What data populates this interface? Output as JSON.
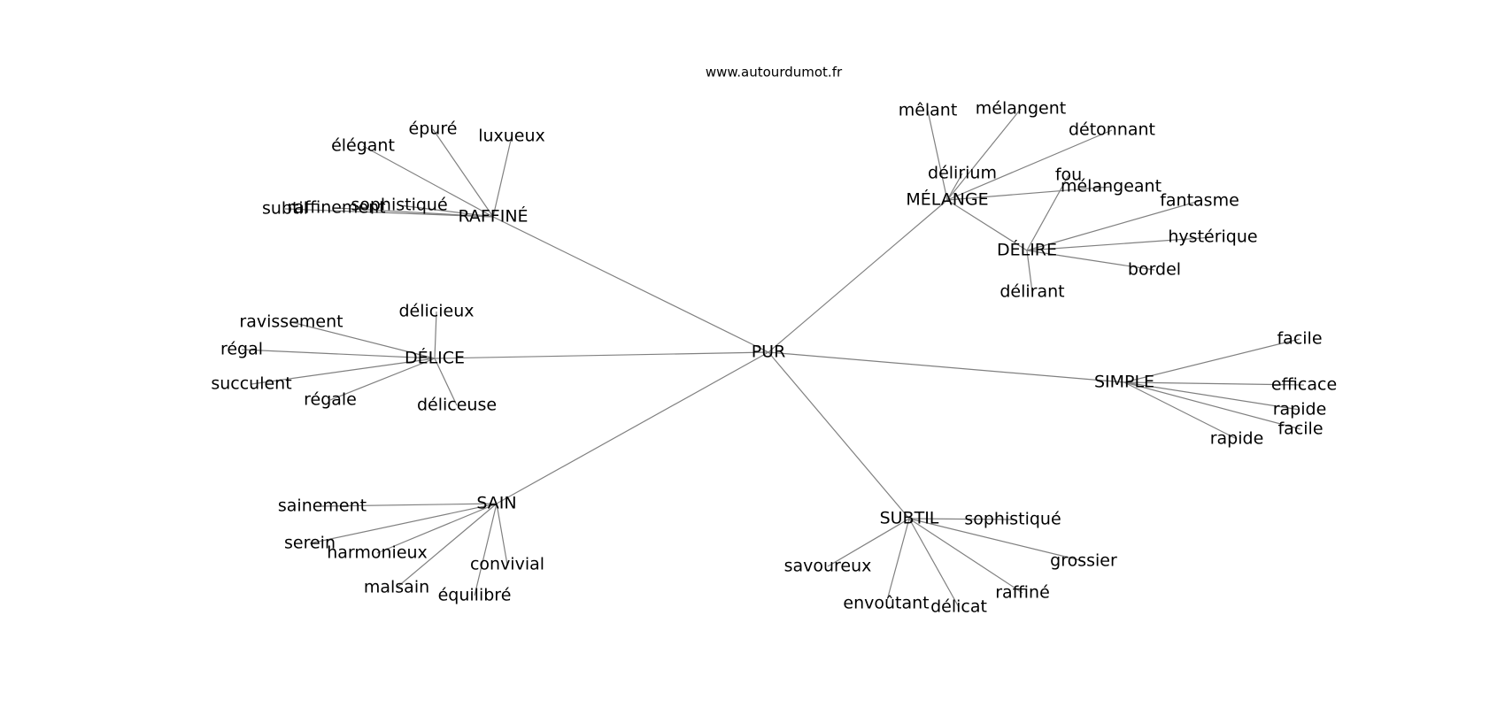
{
  "site": "www.autourdumot.fr",
  "colors": {
    "edge": "#808080",
    "text": "#000000",
    "background": "#ffffff"
  },
  "graph": {
    "center": "PUR",
    "hubs": [
      {
        "id": "raffine",
        "label": "RAFFINÉ",
        "leaves": [
          "élégant",
          "épuré",
          "luxueux",
          "subtil",
          "raffinement",
          "sophistiqué"
        ]
      },
      {
        "id": "melange",
        "label": "MÉLANGE",
        "leaves": [
          "mêlant",
          "mélangent",
          "détonnant",
          "délirium",
          "mélangeant"
        ]
      },
      {
        "id": "delire",
        "label": "DÉLIRE",
        "leaves": [
          "fou",
          "fantasme",
          "hystérique",
          "bordel",
          "délirant"
        ]
      },
      {
        "id": "delice",
        "label": "DÉLICE",
        "leaves": [
          "ravissement",
          "délicieux",
          "régal",
          "succulent",
          "régale",
          "déliceuse"
        ]
      },
      {
        "id": "simple",
        "label": "SIMPLE",
        "leaves": [
          "facile",
          "efficace",
          "rapide",
          "facile",
          "rapide"
        ]
      },
      {
        "id": "sain",
        "label": "SAIN",
        "leaves": [
          "sainement",
          "serein",
          "harmonieux",
          "malsain",
          "équilibré",
          "convivial"
        ]
      },
      {
        "id": "subtil",
        "label": "SUBTIL",
        "leaves": [
          "sophistiqué",
          "savoureux",
          "grossier",
          "envoûtant",
          "délicat",
          "raffiné"
        ]
      }
    ]
  }
}
